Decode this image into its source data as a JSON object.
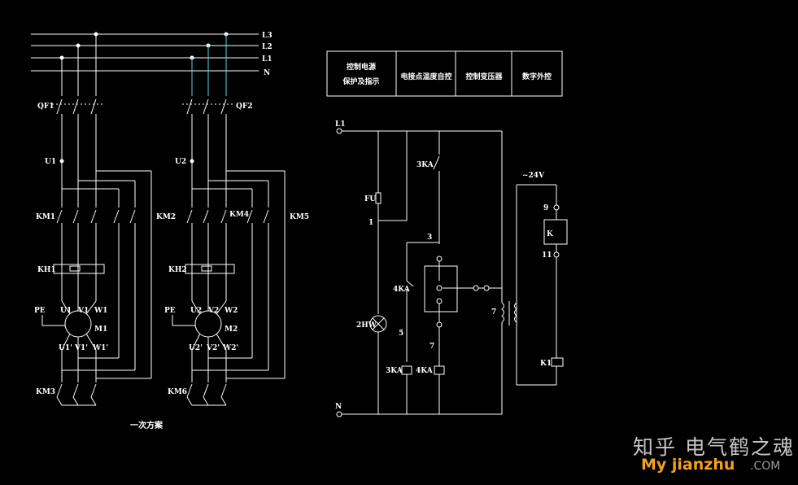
{
  "bus_labels": [
    "L3",
    "L2",
    "L1",
    "N"
  ],
  "left": {
    "qf1": "QF1",
    "qf2": "QF2",
    "u1": "U1",
    "u2": "U2",
    "km1": "KM1",
    "km2": "KM2",
    "km4": "KM4",
    "km5": "KM5",
    "kh1": "KH1",
    "kh2": "KH2",
    "pe1": "PE",
    "pe2": "PE",
    "m1": "M1",
    "m2": "M2",
    "m1_top": [
      "U1",
      "V1",
      "W1"
    ],
    "m1_bot": [
      "U1'",
      "V1'",
      "W1'"
    ],
    "m2_top": [
      "U2",
      "V2",
      "W2"
    ],
    "m2_bot": [
      "U2'",
      "V2'",
      "W2'"
    ],
    "km3": "KM3",
    "km6": "KM6",
    "caption": "一次方案"
  },
  "table_headers": [
    "控制电源\n保护及指示",
    "电接点温度自控",
    "控制变压器",
    "数字外控"
  ],
  "right": {
    "l1": "L1",
    "n": "N",
    "fu": "FU",
    "node1": "1",
    "node3": "3",
    "node5": "5",
    "node7a": "7",
    "node7b": "7",
    "ka3_top": "3KA",
    "ka4": "4KA",
    "hw": "2HW",
    "ka3_coil": "3KA",
    "ka4_coil": "4KA",
    "v24": "~24V",
    "t9": "9",
    "t11": "11",
    "k": "K",
    "k1": "K1"
  },
  "watermark": {
    "cn": "知乎 电气鹤之魂",
    "en": "My jianzhu",
    "com": ".COM"
  }
}
